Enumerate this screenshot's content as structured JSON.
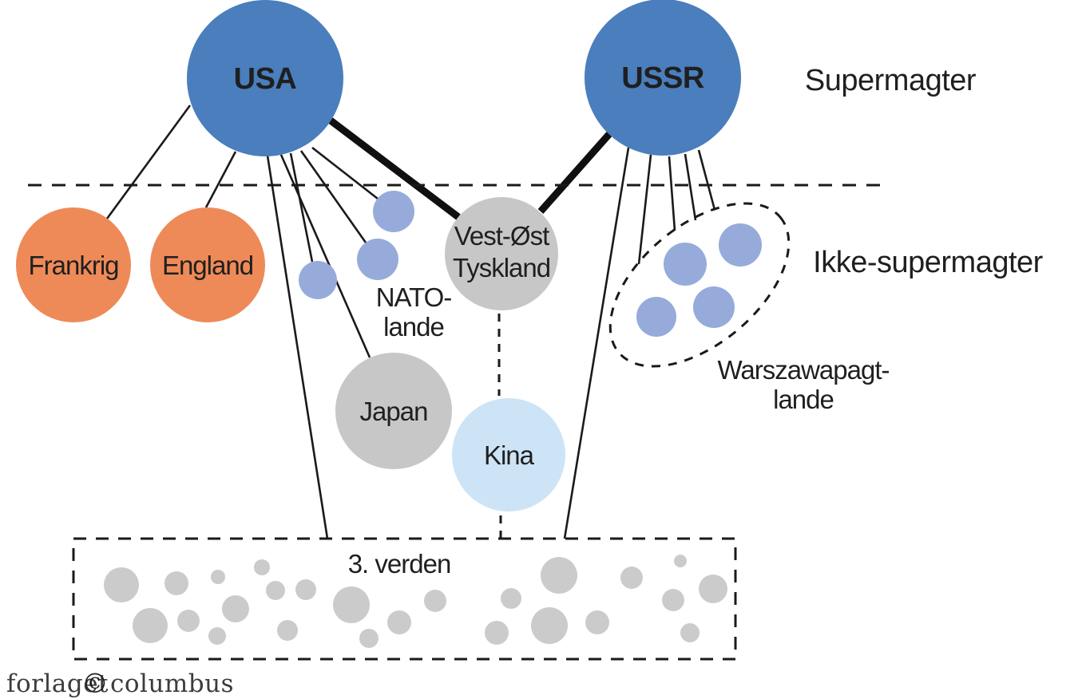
{
  "diagram": {
    "labels": {
      "supermagter": "Supermagter",
      "ikke_supermagter": "Ikke-supermagter"
    },
    "nodes": {
      "usa": {
        "label": "USA",
        "color": "#4a7ebd"
      },
      "ussr": {
        "label": "USSR",
        "color": "#4a7ebd"
      },
      "frankrig": {
        "label": "Frankrig",
        "color": "#ee8a58"
      },
      "england": {
        "label": "England",
        "color": "#ee8a58"
      },
      "nato": {
        "label_line1": "NATO-",
        "label_line2": "lande",
        "dot_color": "#97abdb"
      },
      "vest_ost_tyskland": {
        "label_line1": "Vest-Øst",
        "label_line2": "Tyskland",
        "color": "#c7c7c7"
      },
      "japan": {
        "label": "Japan",
        "color": "#c7c7c7"
      },
      "kina": {
        "label": "Kina",
        "color": "#cce4f6"
      },
      "warszawapagt": {
        "label_line1": "Warszawapagt-",
        "label_line2": "lande",
        "dot_color": "#97abdb"
      },
      "third_world": {
        "label": "3. verden",
        "dot_color": "#cbcbcb"
      }
    },
    "footer": {
      "publisher_left": "forlaget",
      "publisher_symbol": "©",
      "publisher_right": "columbus",
      "symbol_color": "#e0492f"
    }
  }
}
